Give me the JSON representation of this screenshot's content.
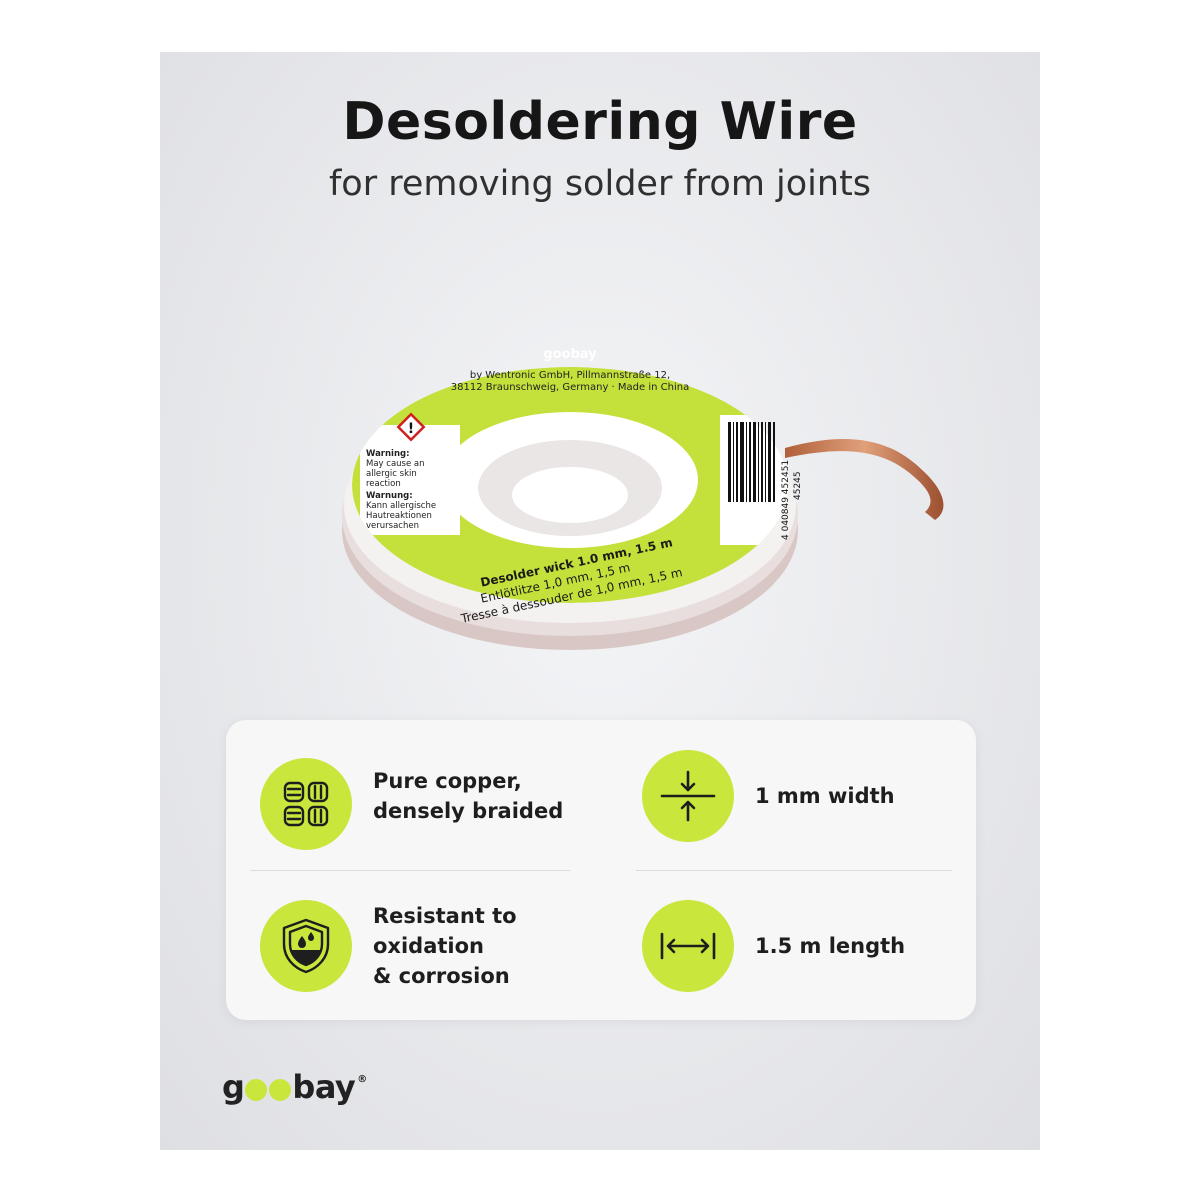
{
  "header": {
    "title": "Desoldering Wire",
    "subtitle": "for removing solder from joints"
  },
  "product_label": {
    "brand": "goobay",
    "address_line1": "by Wentronic GmbH, Pillmannstraße 12,",
    "address_line2": "38112 Braunschweig, Germany · Made in China",
    "warning_en": [
      "Warning:",
      "May cause an",
      "allergic skin",
      "reaction"
    ],
    "warning_de": [
      "Warnung:",
      "Kann allergische",
      "Hautreaktionen",
      "verursachen"
    ],
    "name_en": "Desolder wick 1.0 mm, 1.5 m",
    "name_de": "Entlötlitze 1,0 mm, 1,5 m",
    "name_fr": "Tresse à dessouder de 1,0 mm, 1,5 m",
    "barcode": "4 040849 452451",
    "article_no": "45245"
  },
  "features": [
    {
      "icon": "braided-copper-icon",
      "lines": [
        "Pure copper,",
        "densely braided"
      ]
    },
    {
      "icon": "width-arrows-icon",
      "lines": [
        "1 mm width"
      ]
    },
    {
      "icon": "shield-drops-icon",
      "lines": [
        "Resistant to",
        "oxidation",
        "& corrosion"
      ]
    },
    {
      "icon": "length-arrows-icon",
      "lines": [
        "1.5 m length"
      ]
    }
  ],
  "footer": {
    "brand_g": "g",
    "brand_rest": "bay",
    "registered": "®"
  },
  "colors": {
    "accent": "#c8e63c",
    "text": "#1e1e1e",
    "panel": "#e7e8eb"
  }
}
